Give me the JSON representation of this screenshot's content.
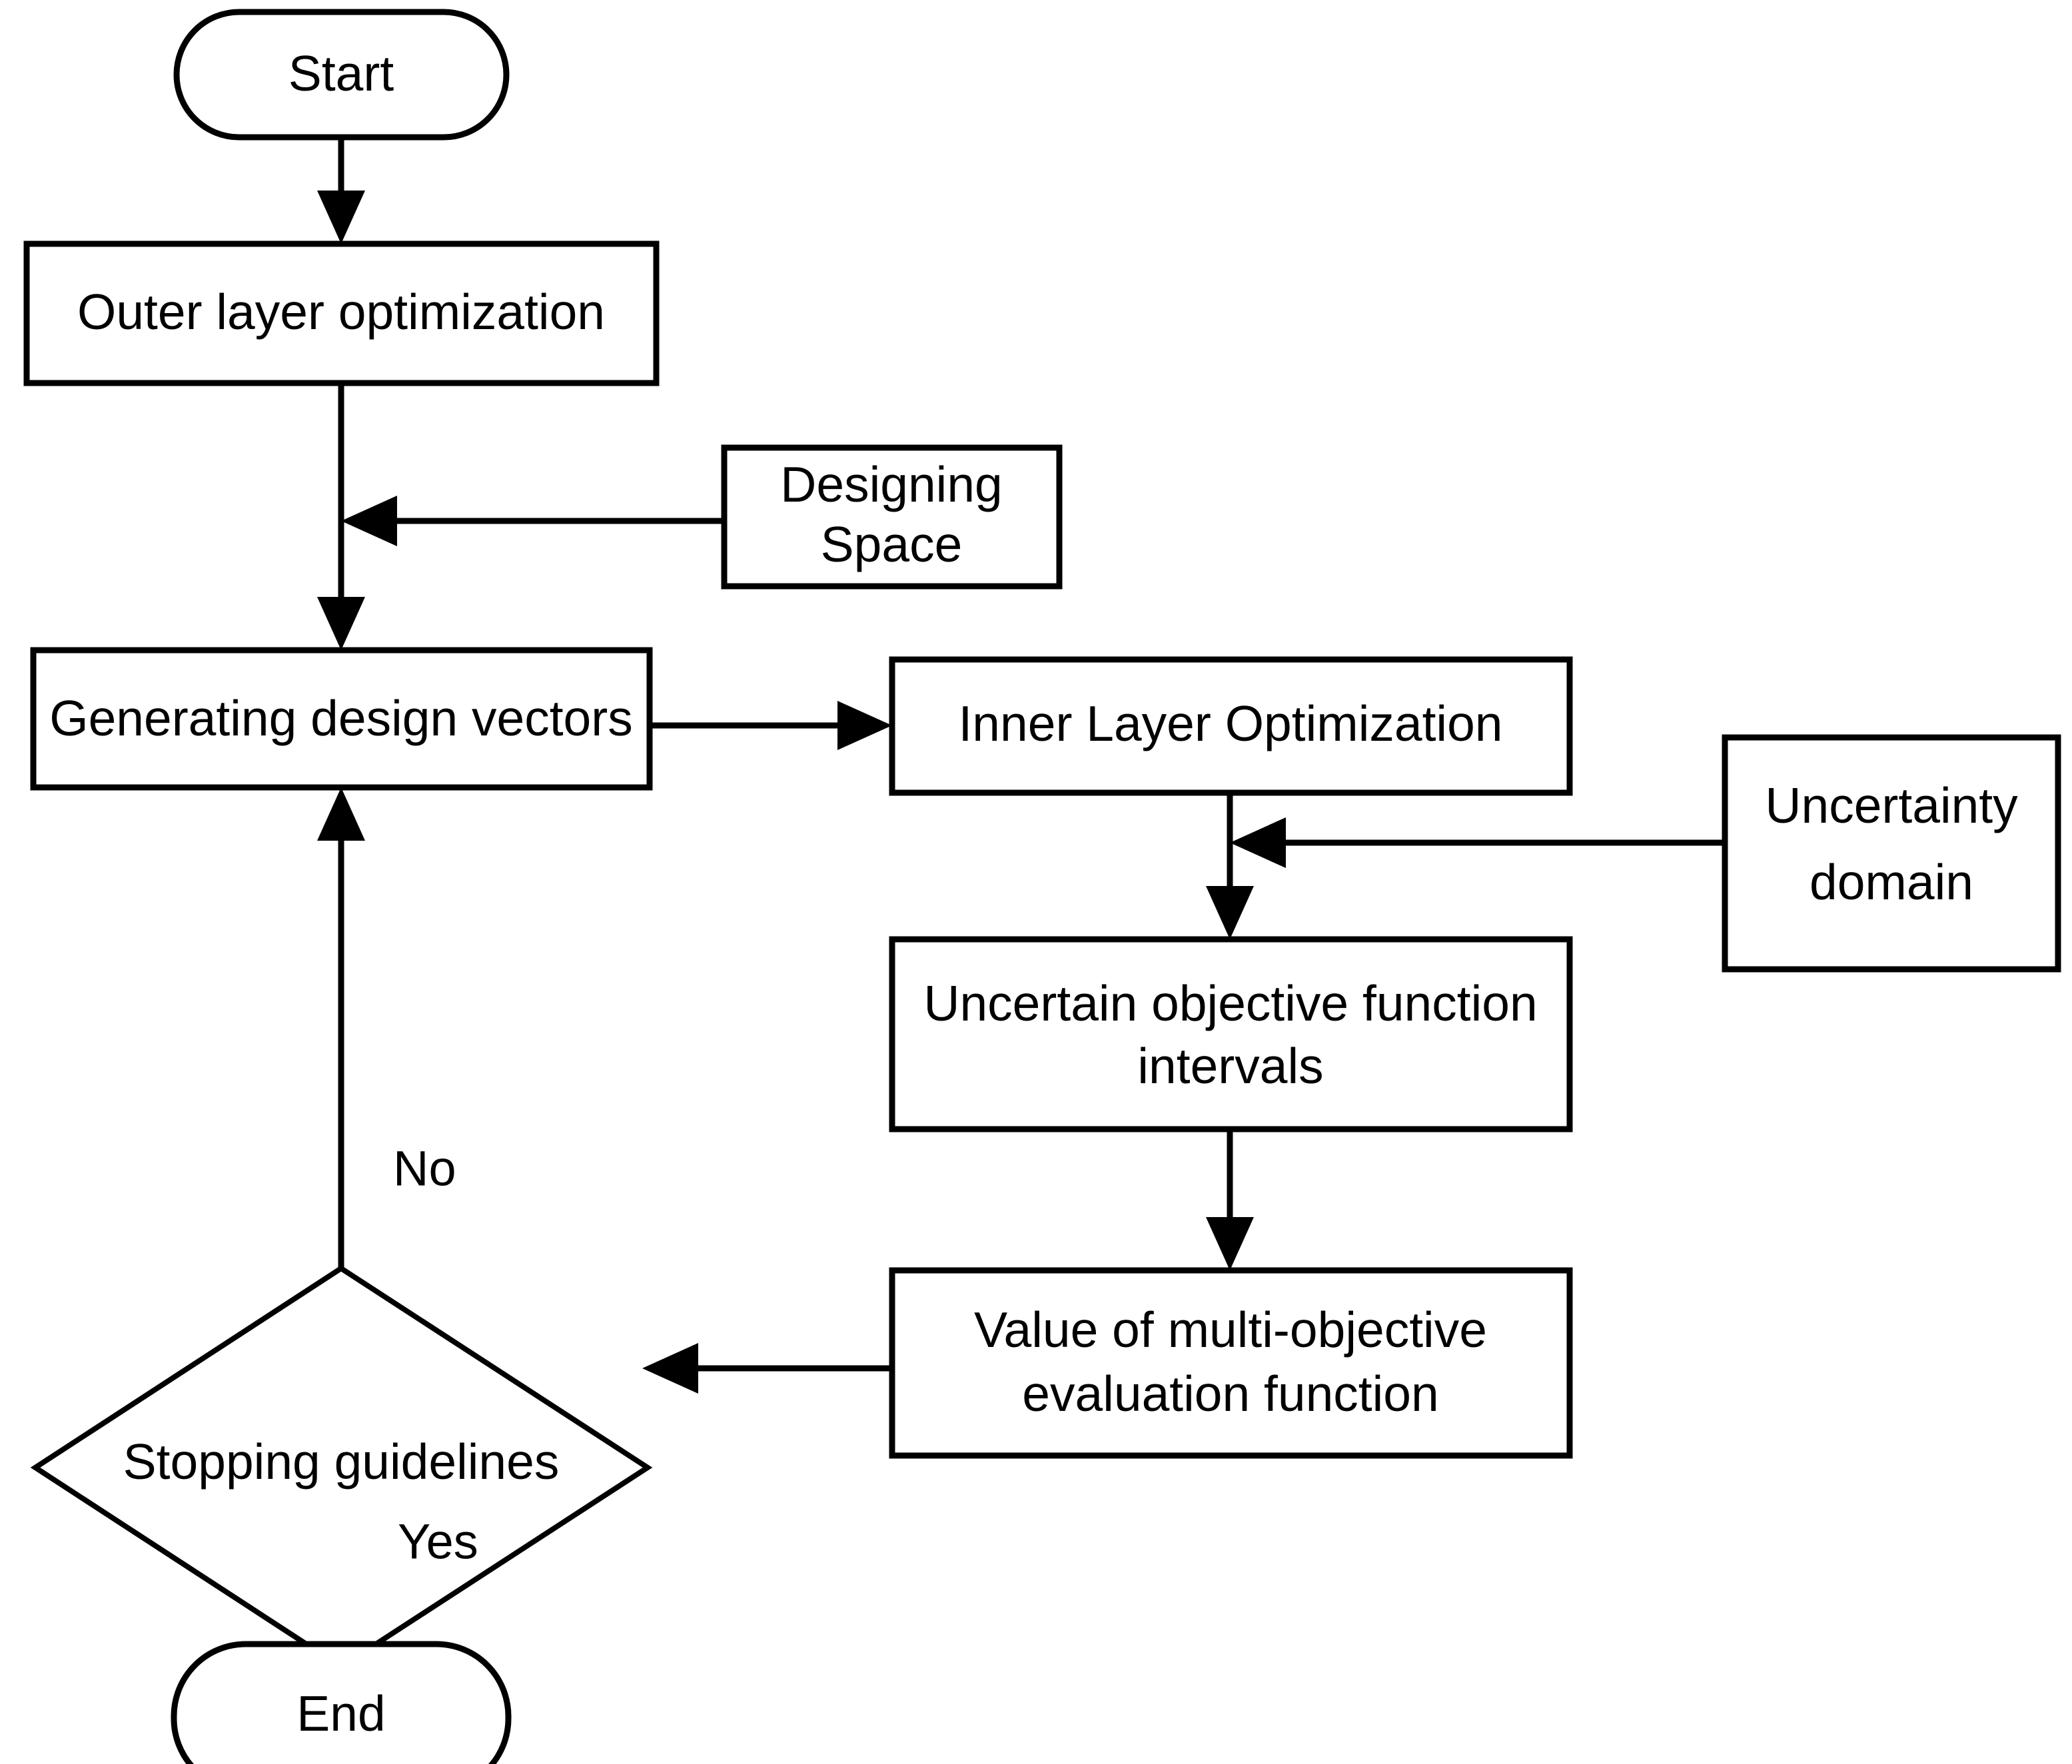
{
  "diagram": {
    "type": "flowchart",
    "title": "Bi-level (outer/inner layer) uncertain multi-objective optimization flowchart",
    "background_color": "#ffffff",
    "line_color": "#000000",
    "text_color": "#000000"
  },
  "nodes": {
    "start": {
      "label": "Start",
      "shape": "terminator"
    },
    "outer_layer": {
      "label": "Outer layer optimization",
      "shape": "process"
    },
    "designing_space": {
      "label_line1": "Designing",
      "label_line2": "Space",
      "shape": "process"
    },
    "generating_vectors": {
      "label": "Generating design vectors",
      "shape": "process"
    },
    "inner_layer": {
      "label": "Inner Layer Optimization",
      "shape": "process"
    },
    "uncertainty_domain": {
      "label_line1": "Uncertainty",
      "label_line2": "domain",
      "shape": "process"
    },
    "uncertain_intervals": {
      "label_line1": "Uncertain objective function",
      "label_line2": "intervals",
      "shape": "process"
    },
    "multi_objective_value": {
      "label_line1": "Value of multi-objective",
      "label_line2": "evaluation function",
      "shape": "process"
    },
    "stopping_guidelines": {
      "label": "Stopping guidelines",
      "shape": "decision"
    },
    "end": {
      "label": "End",
      "shape": "terminator"
    }
  },
  "edges": {
    "start_to_outer": {
      "label": ""
    },
    "outer_to_generating": {
      "label": ""
    },
    "designing_to_outer_branch": {
      "label": ""
    },
    "generating_to_inner": {
      "label": ""
    },
    "inner_to_intervals": {
      "label": ""
    },
    "uncertainty_to_inner_branch": {
      "label": ""
    },
    "intervals_to_value": {
      "label": ""
    },
    "value_to_stopping": {
      "label": ""
    },
    "stopping_no_to_generating": {
      "label": "No"
    },
    "stopping_yes_to_end": {
      "label": "Yes"
    }
  }
}
